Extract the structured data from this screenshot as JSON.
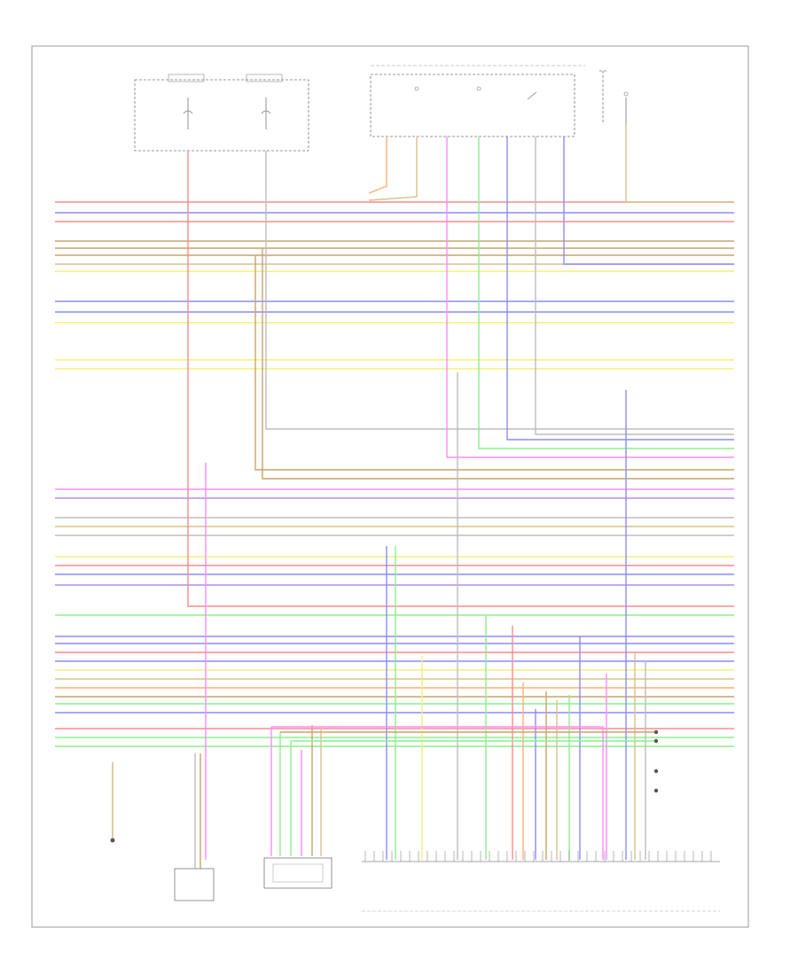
{
  "diagram": {
    "page_code": "",
    "footer_caption": "",
    "colors": {
      "frame": "#9a9a9a",
      "red": "#ff8a8a",
      "blue": "#8c8cff",
      "yellow": "#f4f07a",
      "brown": "#c9a46a",
      "tan": "#d9c08a",
      "pink": "#ff8cff",
      "green": "#8cf08c",
      "grey": "#bdbdbd",
      "purple": "#b08cff",
      "orange": "#ffb070"
    },
    "components": [
      {
        "id": "fuse-relay-box",
        "label": ""
      },
      {
        "id": "instrument-cluster-module",
        "label": ""
      },
      {
        "id": "switch-top-right",
        "label": ""
      },
      {
        "id": "left-small-sensor",
        "label": ""
      },
      {
        "id": "bottom-connector-a",
        "label": ""
      },
      {
        "id": "bottom-connector-b",
        "label": ""
      },
      {
        "id": "engine-control-module",
        "label": ""
      }
    ]
  }
}
